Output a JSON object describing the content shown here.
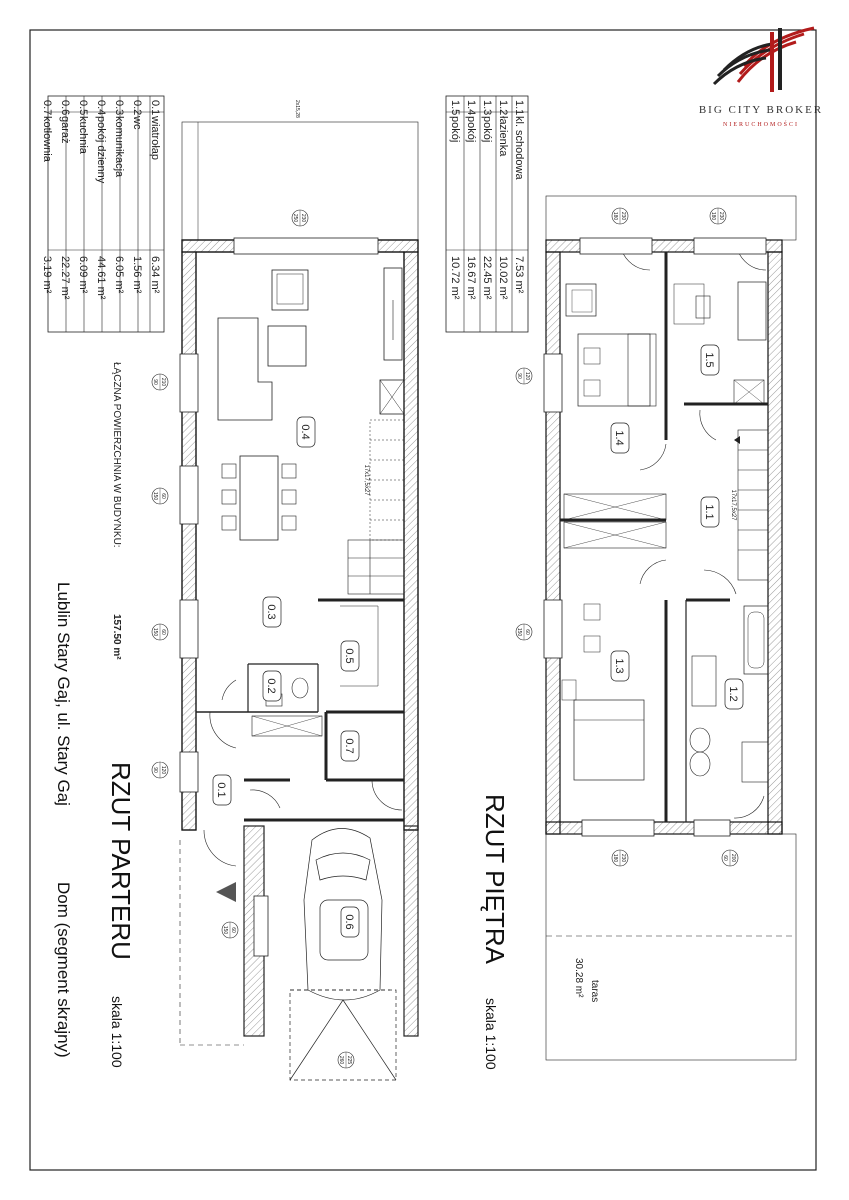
{
  "logo": {
    "name": "BIG CITY BROKER",
    "subtitle": "NIERUCHOMOŚCI"
  },
  "ground_floor": {
    "title": "RZUT PARTERU",
    "scale": "skala 1:100",
    "rooms": [
      {
        "id": "0.1",
        "name": "wiatrołap",
        "area": "6.34 m²"
      },
      {
        "id": "0.2",
        "name": "wc",
        "area": "1.56 m²"
      },
      {
        "id": "0.3",
        "name": "komunikacja",
        "area": "6.05 m²"
      },
      {
        "id": "0.4",
        "name": "pokój dzienny",
        "area": "44.61 m²"
      },
      {
        "id": "0.5",
        "name": "kuchnia",
        "area": "6.09 m²"
      },
      {
        "id": "0.6",
        "name": "garaż",
        "area": "22.27 m²"
      },
      {
        "id": "0.7",
        "name": "kotłownia",
        "area": "3.19 m²"
      }
    ],
    "total_label": "ŁĄCZNA POWIERZCHNIA W BUDYNKU:",
    "total_value": "157.50 m²",
    "windows": [
      {
        "top": "150",
        "bottom": "60"
      },
      {
        "top": "150",
        "bottom": "60"
      },
      {
        "top": "90",
        "bottom": "210"
      },
      {
        "top": "90",
        "bottom": "120"
      },
      {
        "top": "150",
        "bottom": "60"
      }
    ],
    "doors": [
      {
        "top": "250",
        "bottom": "230"
      },
      {
        "top": "260",
        "bottom": "225"
      }
    ],
    "dimension_top": "2x15,28",
    "stairs_label": "17x17,5x27"
  },
  "first_floor": {
    "title": "RZUT PIĘTRA",
    "scale": "skala 1:100",
    "rooms": [
      {
        "id": "1.1",
        "name": "kl. schodowa",
        "area": "7.53 m²"
      },
      {
        "id": "1.2",
        "name": "łazienka",
        "area": "10.02 m²"
      },
      {
        "id": "1.3",
        "name": "pokój",
        "area": "22.45 m²"
      },
      {
        "id": "1.4",
        "name": "pokój",
        "area": "16.67 m²"
      },
      {
        "id": "1.5",
        "name": "pokój",
        "area": "10.72 m²"
      }
    ],
    "terrace_label": "taras",
    "terrace_area": "30.28 m²",
    "windows": [
      {
        "top": "90",
        "bottom": "120"
      },
      {
        "top": "150",
        "bottom": "60"
      },
      {
        "top": "180",
        "bottom": "230"
      },
      {
        "top": "180",
        "bottom": "230"
      },
      {
        "top": "180",
        "bottom": "230"
      },
      {
        "top": "60",
        "bottom": "200"
      }
    ],
    "stairs_label": "17x17,5x27"
  },
  "footer": {
    "address": "Lublin Stary Gaj, ul. Stary Gaj",
    "description": "Dom (segment skrajny)"
  }
}
